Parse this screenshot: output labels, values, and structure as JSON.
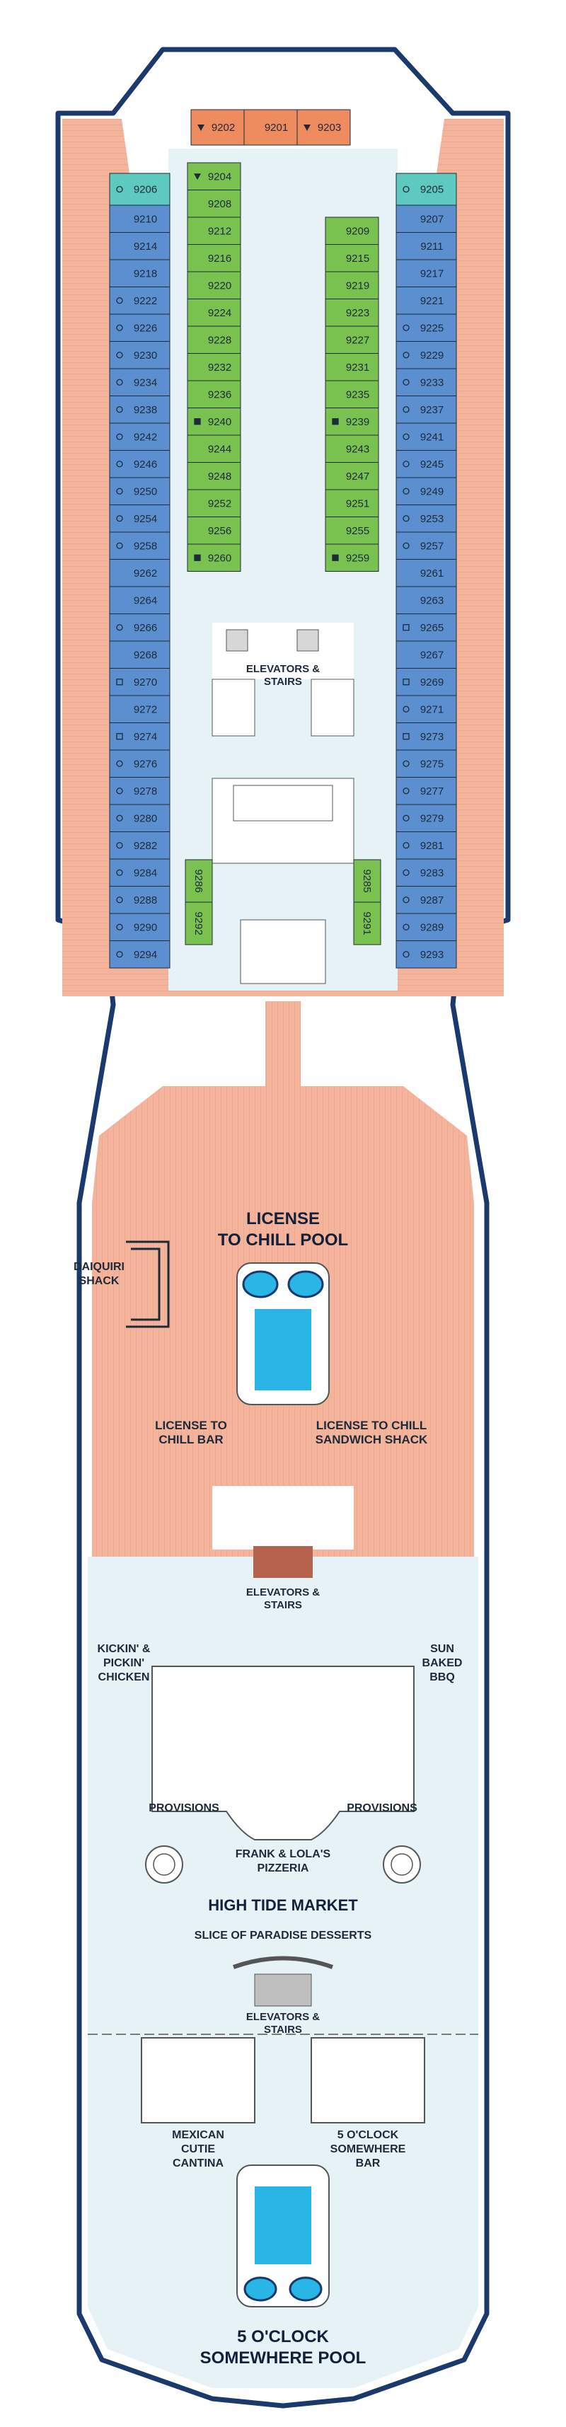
{
  "colors": {
    "hull_outline": "#1b3a6b",
    "deck_wood": "#f3b49b",
    "interior": "#e6f2f6",
    "cabin_blue": "#5b8fcf",
    "cabin_green": "#79c24f",
    "cabin_orange": "#ef8c5f",
    "cabin_teal": "#5ec9bf",
    "pool_water": "#29b5e6",
    "text": "#1e2a3a"
  },
  "top_cabins": [
    {
      "number": "9202",
      "accessible": true
    },
    {
      "number": "9201",
      "accessible": false
    },
    {
      "number": "9203",
      "accessible": true
    }
  ],
  "corner_cabins": [
    {
      "number": "9206",
      "marker": "circle"
    },
    {
      "number": "9205",
      "marker": "circle"
    }
  ],
  "cabins_left_outer": [
    {
      "number": "9210",
      "marker": ""
    },
    {
      "number": "9214",
      "marker": ""
    },
    {
      "number": "9218",
      "marker": ""
    },
    {
      "number": "9222",
      "marker": "circle"
    },
    {
      "number": "9226",
      "marker": "circle"
    },
    {
      "number": "9230",
      "marker": "circle"
    },
    {
      "number": "9234",
      "marker": "circle"
    },
    {
      "number": "9238",
      "marker": "circle"
    },
    {
      "number": "9242",
      "marker": "circle"
    },
    {
      "number": "9246",
      "marker": "circle"
    },
    {
      "number": "9250",
      "marker": "circle"
    },
    {
      "number": "9254",
      "marker": "circle"
    },
    {
      "number": "9258",
      "marker": "circle"
    },
    {
      "number": "9262",
      "marker": ""
    },
    {
      "number": "9264",
      "marker": ""
    },
    {
      "number": "9266",
      "marker": "circle"
    },
    {
      "number": "9268",
      "marker": ""
    },
    {
      "number": "9270",
      "marker": "square"
    },
    {
      "number": "9272",
      "marker": ""
    },
    {
      "number": "9274",
      "marker": "square"
    },
    {
      "number": "9276",
      "marker": "circle"
    },
    {
      "number": "9278",
      "marker": "circle"
    },
    {
      "number": "9280",
      "marker": "circle"
    },
    {
      "number": "9282",
      "marker": "circle"
    },
    {
      "number": "9284",
      "marker": "circle"
    },
    {
      "number": "9288",
      "marker": "circle"
    },
    {
      "number": "9290",
      "marker": "circle"
    },
    {
      "number": "9294",
      "marker": "circle"
    }
  ],
  "cabins_right_outer": [
    {
      "number": "9207",
      "marker": ""
    },
    {
      "number": "9211",
      "marker": ""
    },
    {
      "number": "9217",
      "marker": ""
    },
    {
      "number": "9221",
      "marker": ""
    },
    {
      "number": "9225",
      "marker": "circle"
    },
    {
      "number": "9229",
      "marker": "circle"
    },
    {
      "number": "9233",
      "marker": "circle"
    },
    {
      "number": "9237",
      "marker": "circle"
    },
    {
      "number": "9241",
      "marker": "circle"
    },
    {
      "number": "9245",
      "marker": "circle"
    },
    {
      "number": "9249",
      "marker": "circle"
    },
    {
      "number": "9253",
      "marker": "circle"
    },
    {
      "number": "9257",
      "marker": "circle"
    },
    {
      "number": "9261",
      "marker": ""
    },
    {
      "number": "9263",
      "marker": ""
    },
    {
      "number": "9265",
      "marker": "square"
    },
    {
      "number": "9267",
      "marker": ""
    },
    {
      "number": "9269",
      "marker": "square"
    },
    {
      "number": "9271",
      "marker": "circle"
    },
    {
      "number": "9273",
      "marker": "square"
    },
    {
      "number": "9275",
      "marker": "circle"
    },
    {
      "number": "9277",
      "marker": "circle"
    },
    {
      "number": "9279",
      "marker": "circle"
    },
    {
      "number": "9281",
      "marker": "circle"
    },
    {
      "number": "9283",
      "marker": "circle"
    },
    {
      "number": "9287",
      "marker": "circle"
    },
    {
      "number": "9289",
      "marker": "circle"
    },
    {
      "number": "9293",
      "marker": "circle"
    }
  ],
  "cabins_left_inner": [
    {
      "number": "9204",
      "marker": "accessible-triangle"
    },
    {
      "number": "9208",
      "marker": ""
    },
    {
      "number": "9212",
      "marker": ""
    },
    {
      "number": "9216",
      "marker": ""
    },
    {
      "number": "9220",
      "marker": ""
    },
    {
      "number": "9224",
      "marker": ""
    },
    {
      "number": "9228",
      "marker": ""
    },
    {
      "number": "9232",
      "marker": ""
    },
    {
      "number": "9236",
      "marker": ""
    },
    {
      "number": "9240",
      "marker": "filled-square"
    },
    {
      "number": "9244",
      "marker": ""
    },
    {
      "number": "9248",
      "marker": ""
    },
    {
      "number": "9252",
      "marker": ""
    },
    {
      "number": "9256",
      "marker": ""
    },
    {
      "number": "9260",
      "marker": "filled-square"
    }
  ],
  "cabins_right_inner": [
    {
      "number": "9209",
      "marker": ""
    },
    {
      "number": "9215",
      "marker": ""
    },
    {
      "number": "9219",
      "marker": ""
    },
    {
      "number": "9223",
      "marker": ""
    },
    {
      "number": "9227",
      "marker": ""
    },
    {
      "number": "9231",
      "marker": ""
    },
    {
      "number": "9235",
      "marker": ""
    },
    {
      "number": "9239",
      "marker": "filled-square"
    },
    {
      "number": "9243",
      "marker": ""
    },
    {
      "number": "9247",
      "marker": ""
    },
    {
      "number": "9251",
      "marker": ""
    },
    {
      "number": "9255",
      "marker": ""
    },
    {
      "number": "9259",
      "marker": "filled-square"
    }
  ],
  "vertical_cabins": [
    {
      "number": "9286",
      "marker": "accessible-triangle"
    },
    {
      "number": "9292",
      "marker": "accessible-triangle"
    },
    {
      "number": "9285",
      "marker": "accessible-triangle"
    },
    {
      "number": "9291",
      "marker": "accessible-triangle"
    }
  ],
  "venues": {
    "elevators_1": [
      "ELEVATORS &",
      "STAIRS"
    ],
    "pool_1": [
      "LICENSE",
      "TO CHILL POOL"
    ],
    "daiquiri": [
      "DAIQUIRI",
      "SHACK"
    ],
    "bar_1": [
      "LICENSE TO",
      "CHILL BAR"
    ],
    "sandwich": [
      "LICENSE TO CHILL",
      "SANDWICH SHACK"
    ],
    "elevators_2": [
      "ELEVATORS &",
      "STAIRS"
    ],
    "chicken": [
      "KICKIN' &",
      "PICKIN'",
      "CHICKEN"
    ],
    "bbq": [
      "SUN",
      "BAKED",
      "BBQ"
    ],
    "provisions_left": "PROVISIONS",
    "provisions_right": "PROVISIONS",
    "pizzeria": [
      "FRANK & LOLA'S",
      "PIZZERIA"
    ],
    "market": "HIGH TIDE MARKET",
    "desserts": "SLICE OF PARADISE DESSERTS",
    "elevators_3": [
      "ELEVATORS &",
      "STAIRS"
    ],
    "cantina": [
      "MEXICAN",
      "CUTIE",
      "CANTINA"
    ],
    "bar_2": [
      "5 O'CLOCK",
      "SOMEWHERE",
      "BAR"
    ],
    "pool_2": [
      "5 O'CLOCK",
      "SOMEWHERE POOL"
    ]
  }
}
